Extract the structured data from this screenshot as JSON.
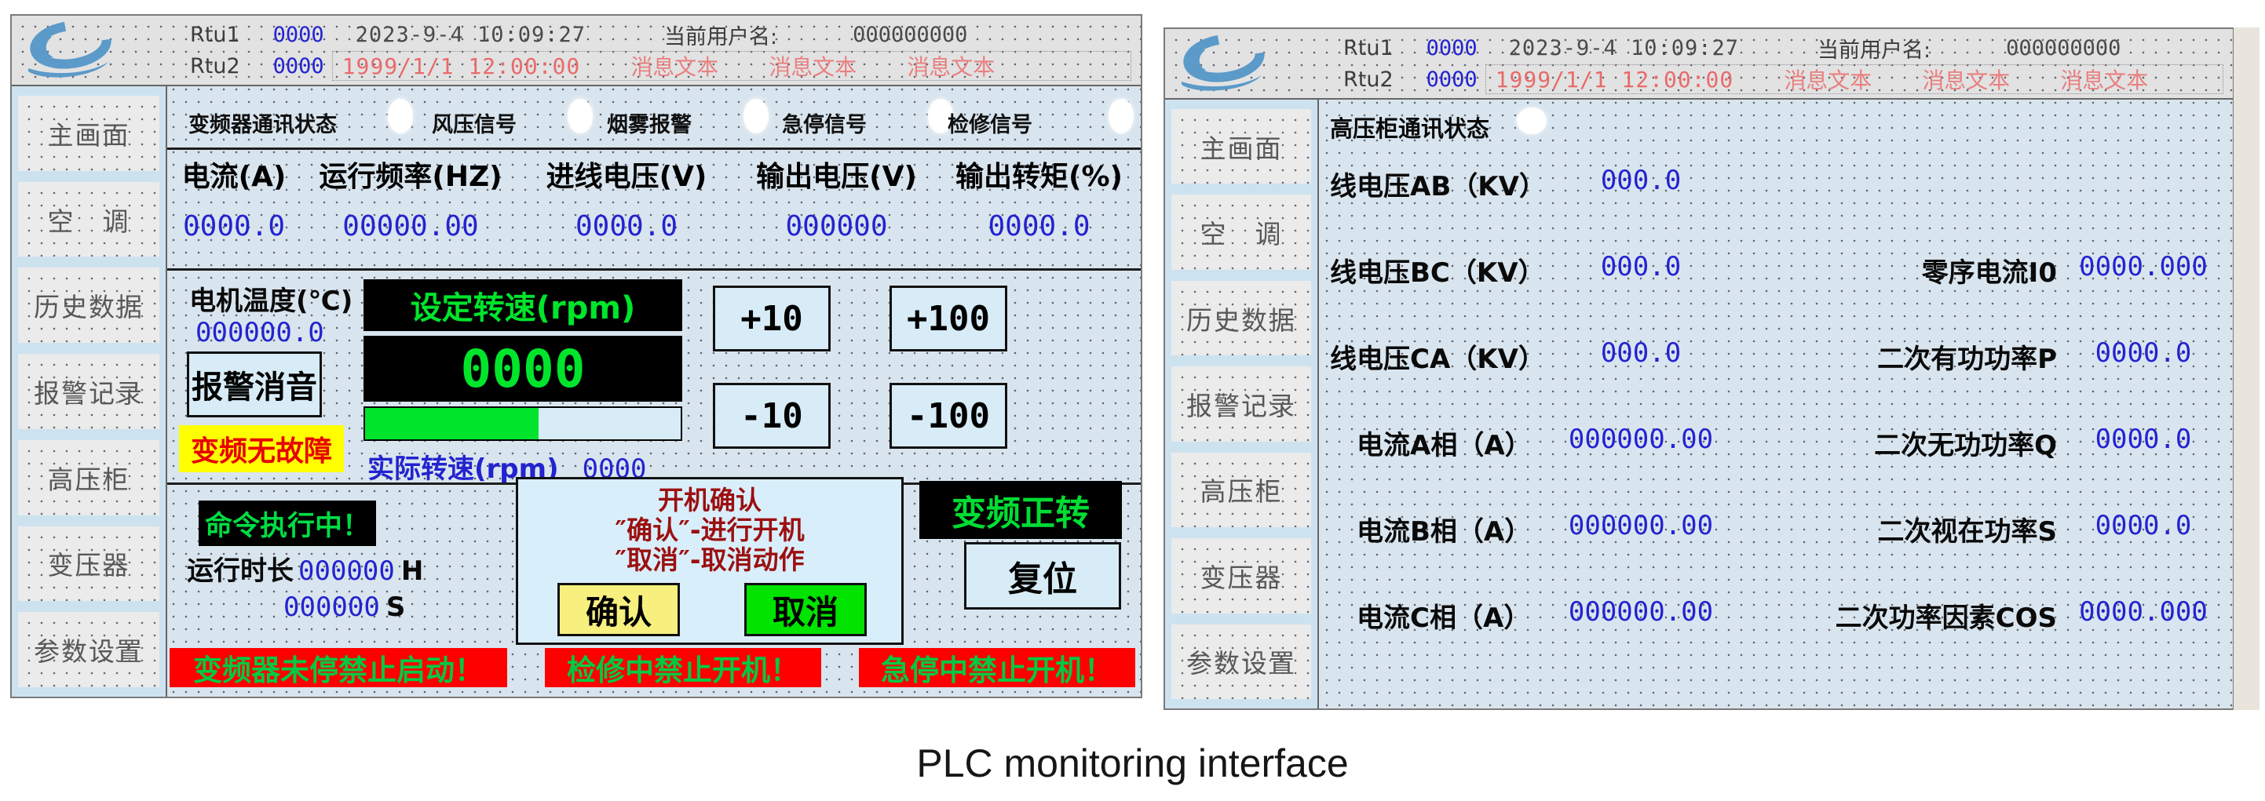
{
  "caption": "PLC monitoring interface",
  "header": {
    "rtu1_label": "Rtu1",
    "rtu1_value": "0000",
    "rtu2_label": "Rtu2",
    "rtu2_value": "0000",
    "date_time": "2023-9-4 10:09:27",
    "user_label": "当前用户名:",
    "user_value": "000000000",
    "alt_date_time": "1999/1/1 12:00:00",
    "message1": "消息文本",
    "message2": "消息文本",
    "message3": "消息文本"
  },
  "sidebar": {
    "items": [
      "主画面",
      "空　调",
      "历史数据",
      "报警记录",
      "高压柜",
      "变压器",
      "参数设置"
    ]
  },
  "left": {
    "status_items": [
      "变频器通讯状态",
      "风压信号",
      "烟雾报警",
      "急停信号",
      "检修信号"
    ],
    "table": {
      "h1": "电流(A)",
      "h2": "运行频率(HZ)",
      "h3": "进线电压(V)",
      "h4": "输出电压(V)",
      "h5": "输出转矩(%)",
      "v1": "0000.0",
      "v2": "00000.00",
      "v3": "0000.0",
      "v4": "000000",
      "v5": "0000.0"
    },
    "motor": {
      "temp_label": "电机温度(℃)",
      "temp_value": "000000.0",
      "mute_button": "报警消音",
      "no_fault_banner": "变频无故障",
      "set_speed_label": "设定转速(rpm)",
      "set_speed_value": "0000",
      "actual_speed_label": "实际转速(rpm)",
      "actual_speed_value": "0000",
      "plus10": "+10",
      "plus100": "+100",
      "minus10": "-10",
      "minus100": "-100"
    },
    "command": {
      "executing_banner": "命令执行中！",
      "runtime_label": "运行时长",
      "hours_value": "000000",
      "hours_unit": "H",
      "seconds_value": "000000",
      "seconds_unit": "S"
    },
    "dialog": {
      "title": "开机确认",
      "line1": "″确认″-进行开机",
      "line2": "″取消″-取消动作",
      "confirm_button": "确认",
      "cancel_button": "取消"
    },
    "forward_banner": "变频正转",
    "reset_button": "复位",
    "alarm1": "变频器未停禁止启动！",
    "alarm2": "检修中禁止开机！",
    "alarm3": "急停中禁止开机！"
  },
  "right": {
    "status_label": "高压柜通讯状态",
    "rows": [
      {
        "label": "线电压AB（KV）",
        "value": "000.0",
        "label2": "",
        "value2": ""
      },
      {
        "label": "线电压BC（KV）",
        "value": "000.0",
        "label2": "零序电流I0",
        "value2": "0000.000"
      },
      {
        "label": "线电压CA（KV）",
        "value": "000.0",
        "label2": "二次有功功率P",
        "value2": "0000.0"
      },
      {
        "label": "电流A相（A）",
        "value": "000000.00",
        "label2": "二次无功功率Q",
        "value2": "0000.0"
      },
      {
        "label": "电流B相（A）",
        "value": "000000.00",
        "label2": "二次视在功率S",
        "value2": "0000.0"
      },
      {
        "label": "电流C相（A）",
        "value": "000000.00",
        "label2": "二次功率因素COS",
        "value2": "0000.000"
      }
    ]
  },
  "colors": {
    "value_blue": "#2323d0",
    "hmi_green": "#00e52c",
    "alarm_red": "#ff0000",
    "banner_yellow": "#ffff00",
    "panel_bg": "#d9e5ee",
    "button_bg": "#d7ecf6"
  }
}
